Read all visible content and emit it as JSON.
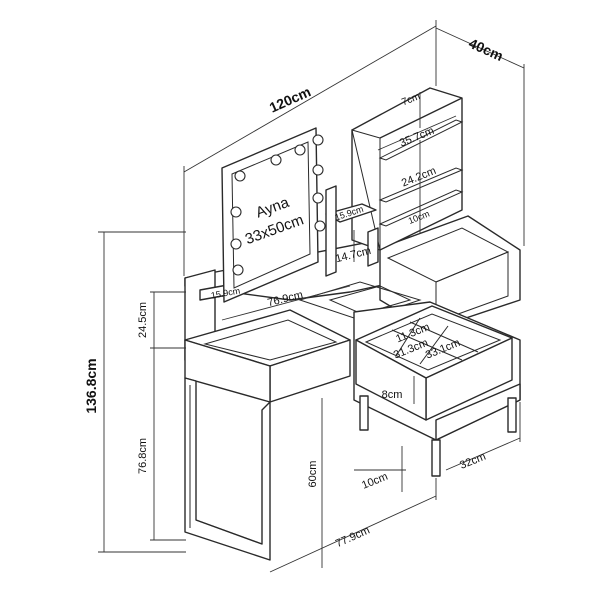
{
  "mirror": {
    "name": "Ayna",
    "size": "33x50cm"
  },
  "dimensions": {
    "width_total": "120cm",
    "depth_total": "40cm",
    "height_total": "136.8cm",
    "height_lower": "76.8cm",
    "height_upper": "24.5cm",
    "leg_height": "60cm",
    "leg_gap": "10cm",
    "top_width": "76.9cm",
    "bottom_width": "77.9cm",
    "side_depth": "32cm",
    "drawer_height": "8cm",
    "drawer_comp_1": "11.3cm",
    "drawer_comp_2": "31.3cm",
    "drawer_comp_3": "33.1cm",
    "shelf_top": "7cm",
    "shelf_width": "35.7cm",
    "shelf_height": "24.2cm",
    "shelf_bottom": "10cm",
    "small_shelf_width": "15.9cm",
    "small_shelf_height": "14.7cm",
    "left_shelf_depth": "15.9cm"
  }
}
